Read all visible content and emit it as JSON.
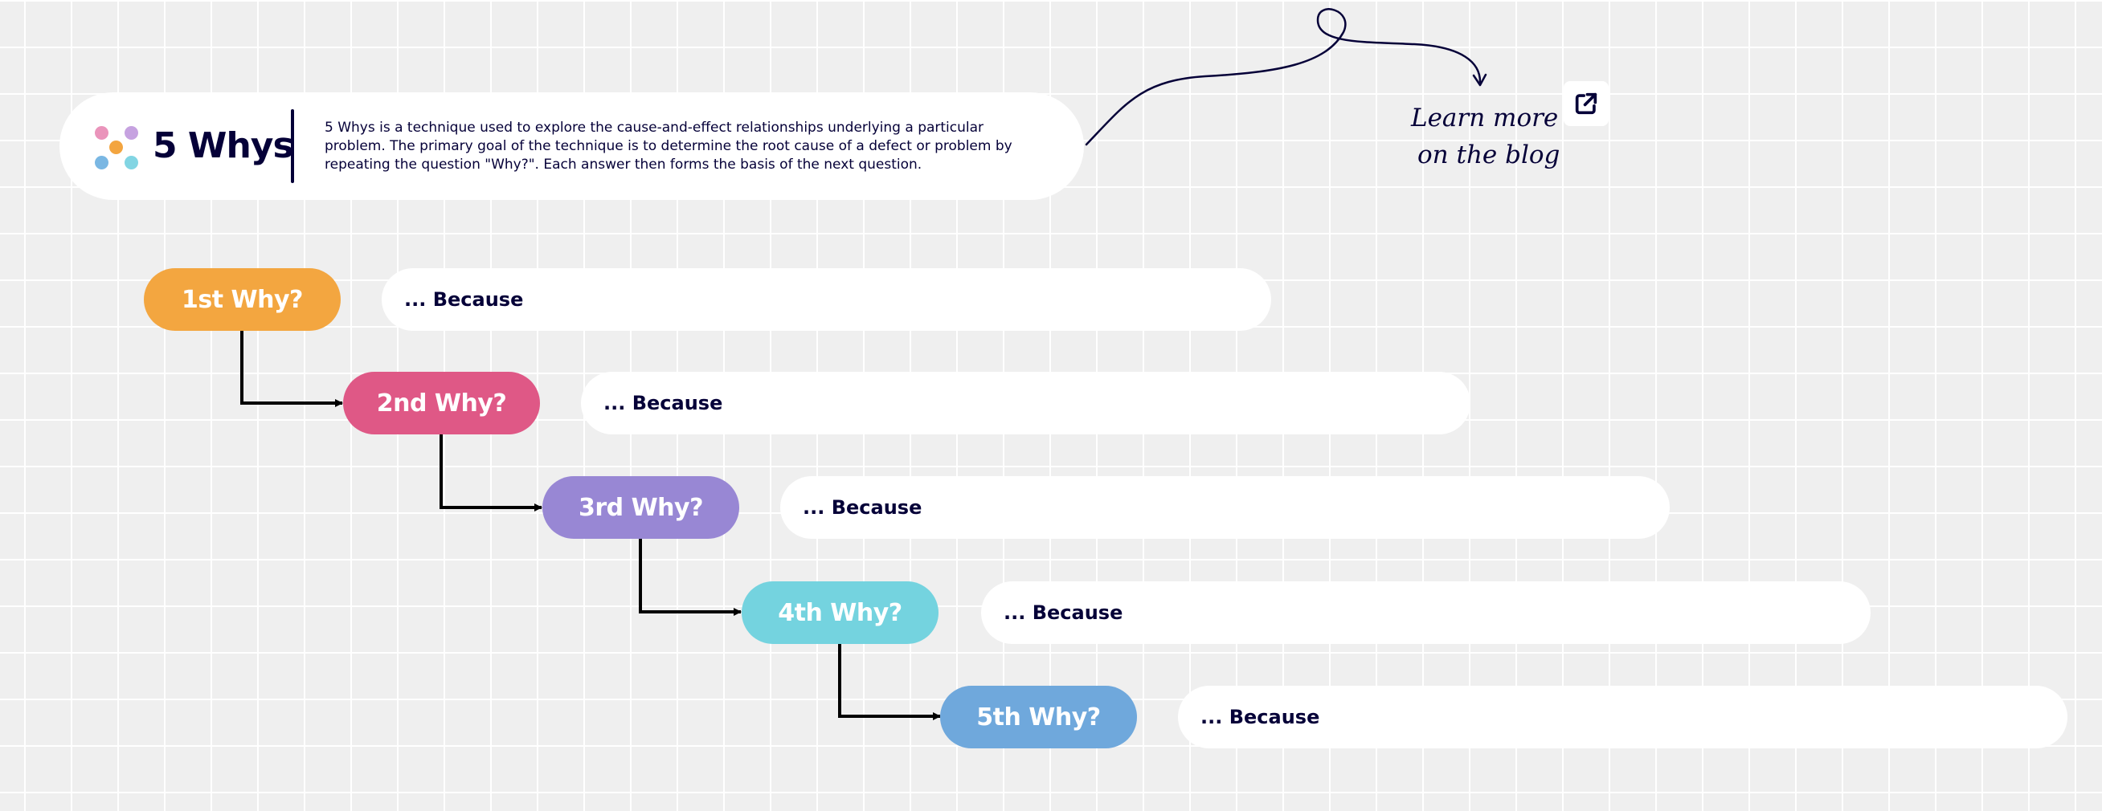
{
  "header": {
    "title": "5 Whys",
    "description": "5 Whys is a technique used to explore the cause-and-effect relationships underlying a particular problem. The primary goal of the technique is to determine the root cause of a defect or problem by repeating the question \"Why?\". Each answer then forms the basis of the next question.",
    "logo_dot_colors": [
      "#ea94bb",
      "#c6a2e0",
      "#f3a540",
      "#7ab7e3",
      "#82d5e3"
    ]
  },
  "blog_note": {
    "line1": "Learn more",
    "line2": "on the blog",
    "link_icon": "external-link-icon"
  },
  "whys": [
    {
      "label": "1st Why?",
      "color": "#f3a640",
      "answer": "... Because"
    },
    {
      "label": "2nd Why?",
      "color": "#df5886",
      "answer": "... Because"
    },
    {
      "label": "3rd Why?",
      "color": "#9887d4",
      "answer": "... Because"
    },
    {
      "label": "4th Why?",
      "color": "#74d3df",
      "answer": "... Because"
    },
    {
      "label": "5th Why?",
      "color": "#6fa8dc",
      "answer": "... Because"
    }
  ]
}
